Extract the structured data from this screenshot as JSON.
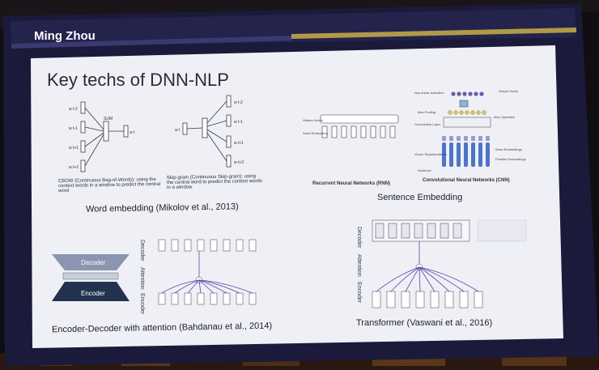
{
  "speaker": "Ming Zhou",
  "slide_title": "Key techs of DNN-NLP",
  "panels": {
    "word_embedding": {
      "caption": "Word embedding (Mikolov et al., 2013)",
      "cbow_desc": "CBOW (Continuous Bag-of-Words): using the context words in a window to predict the central word",
      "skipgram_desc": "Skip-gram (Continuous Skip-gram): using the central word to predict the context words in a window",
      "cbow_inputs": [
        "w t-2",
        "w t-1",
        "w t+1",
        "w t+2"
      ],
      "cbow_sum": "SUM",
      "cbow_output": "w t",
      "skipgram_input": "w t",
      "skipgram_outputs": [
        "w t-2",
        "w t-1",
        "w t+1",
        "w t+2"
      ]
    },
    "sentence_embedding": {
      "caption": "Sentence Embedding",
      "rnn_label": "Recurrent Neural Networks (RNN)",
      "cnn_label": "Convolutional Neural Networks (CNN)",
      "rnn_hidden": "Hidden Vector",
      "rnn_word": "Word Embedding",
      "cnn_labels_right": [
        "Output Vector",
        "Max Operation",
        "Word Embeddings",
        "Position Embeddings"
      ],
      "cnn_labels_left": [
        "Non-linear Activation",
        "Max Pooling",
        "Convolution Layer",
        "Vector Representation",
        "Sentence"
      ]
    },
    "encoder_decoder": {
      "caption": "Encoder-Decoder with attention (Bahdanau et al., 2014)",
      "decoder_label": "Decoder",
      "encoder_label": "Encoder",
      "side_labels": [
        "Decoder",
        "Attention",
        "Encoder"
      ]
    },
    "transformer": {
      "caption": "Transformer (Vaswani et al., 2016)",
      "side_labels": [
        "Decoder",
        "Attention",
        "Encoder"
      ]
    }
  },
  "colors": {
    "slide_bg": "#eef0f6",
    "header_bar": "#1f1f46",
    "accent_gold": "#b09a48",
    "decoder_fill": "#8a96b0",
    "encoder_fill": "#22324e",
    "cnn_purple": "#6c5ca8",
    "cnn_yellow": "#d8c858",
    "cnn_blue": "#4e74c8"
  }
}
